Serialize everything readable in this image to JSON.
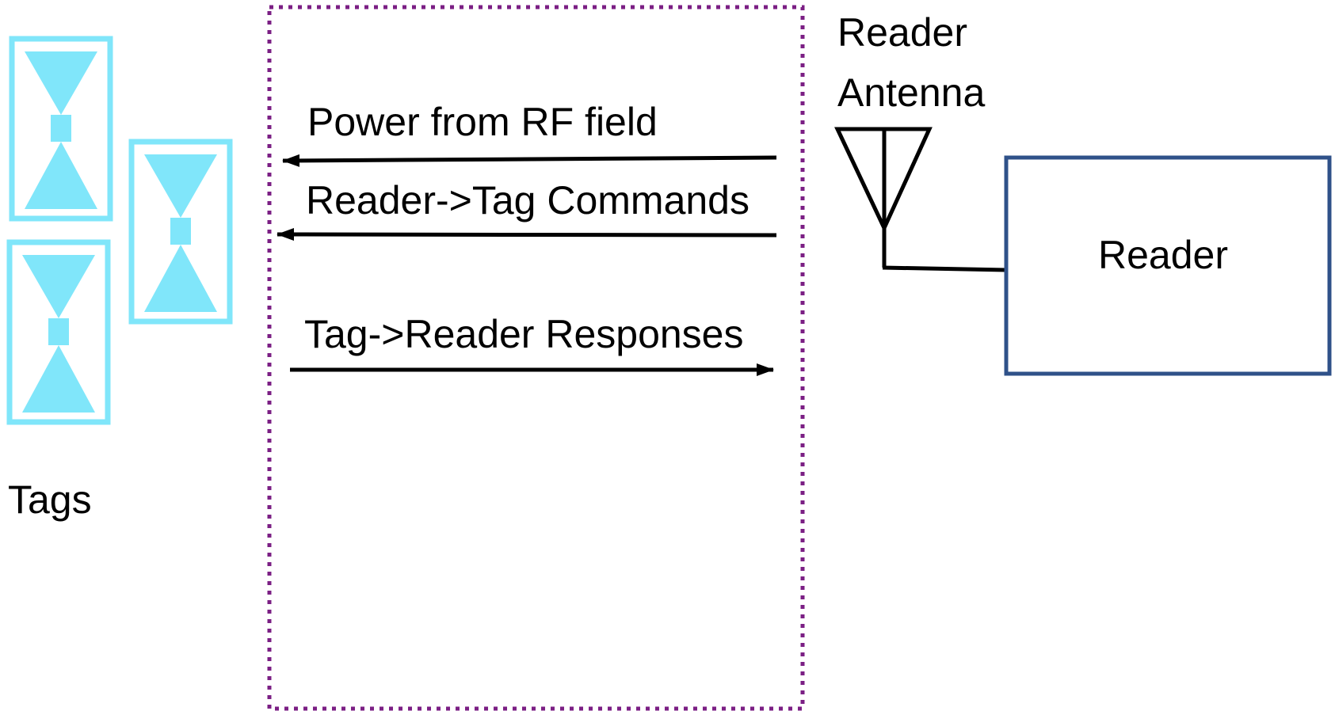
{
  "diagram": {
    "tags": {
      "label": "Tags",
      "count": 3
    },
    "channel": {
      "arrows": [
        {
          "label": "Power from RF field",
          "direction": "to-tags"
        },
        {
          "label": "Reader->Tag Commands",
          "direction": "to-tags"
        },
        {
          "label": "Tag->Reader Responses",
          "direction": "to-reader"
        }
      ]
    },
    "antenna": {
      "label_line1": "Reader",
      "label_line2": "Antenna"
    },
    "reader": {
      "label": "Reader"
    }
  },
  "colors": {
    "tag": "#80E6FA",
    "channel_border": "#7B1F84",
    "reader_border": "#2F5189",
    "line": "#000000",
    "background": "#FFFFFF"
  }
}
